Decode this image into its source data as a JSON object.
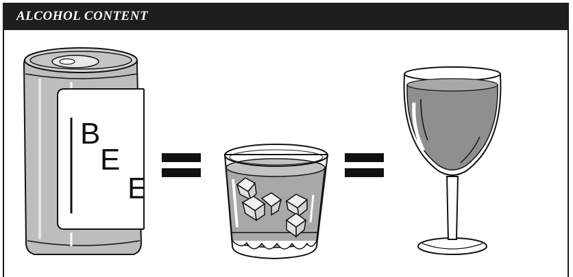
{
  "header": {
    "title": "ALCOHOL CONTENT"
  },
  "illustration": {
    "can": {
      "label_letters": [
        "B",
        "E",
        "E"
      ]
    },
    "equals_signs": [
      "=",
      "="
    ],
    "items": [
      "beer-can",
      "liquor-glass",
      "wine-glass"
    ]
  },
  "colors": {
    "title_bar": "#1e1e1e",
    "title_text": "#ffffff",
    "can_body": "#b9b9b9",
    "liquid_gray": "#8a8a8a",
    "outline": "#111111"
  }
}
